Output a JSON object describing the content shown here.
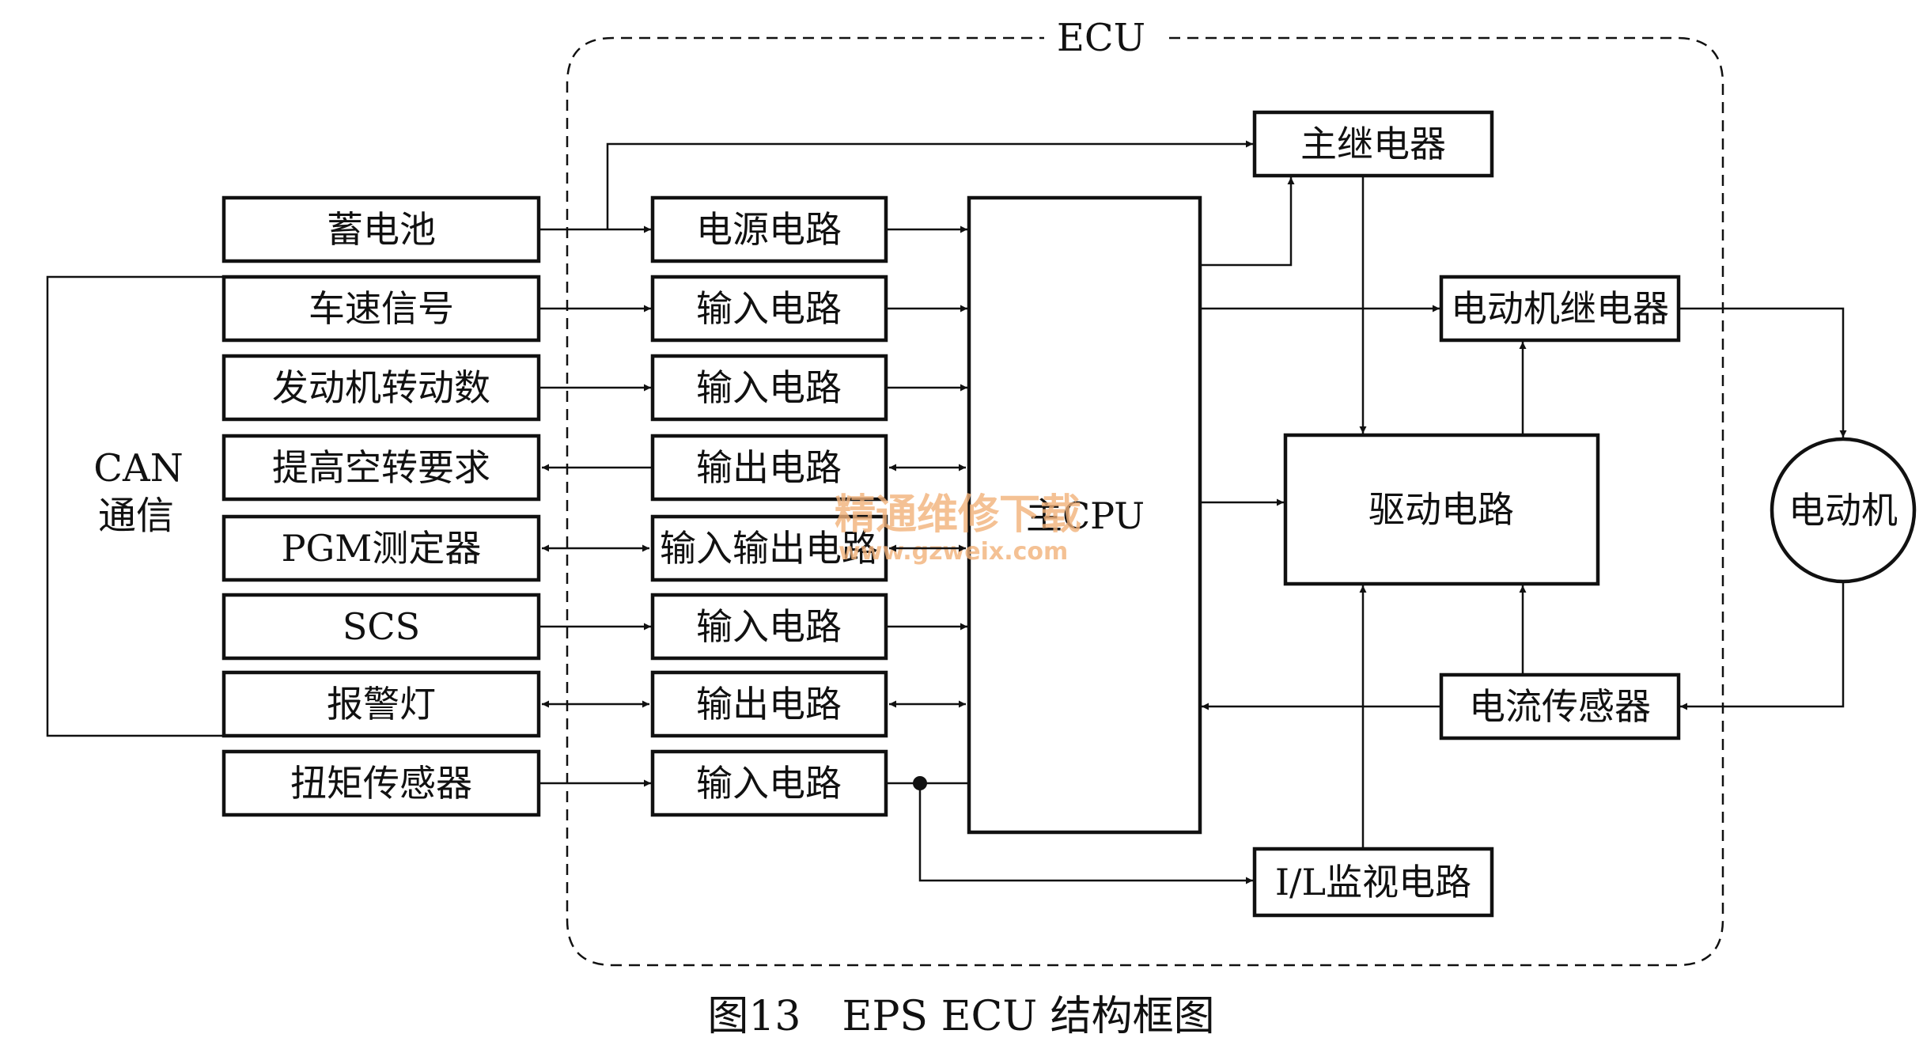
{
  "ecu_label": "ECU",
  "can_line1": "CAN",
  "can_line2": "通信",
  "inputs": [
    "蓄电池",
    "车速信号",
    "发动机转动数",
    "提高空转要求",
    "PGM测定器",
    "SCS",
    "报警灯",
    "扭矩传感器"
  ],
  "circuits": [
    "电源电路",
    "输入电路",
    "输入电路",
    "输出电路",
    "输入输出电路",
    "输入电路",
    "输出电路",
    "输入电路"
  ],
  "main_cpu": "主CPU",
  "main_relay": "主继电器",
  "motor_relay": "电动机继电器",
  "drive_circuit": "驱动电路",
  "current_sensor": "电流传感器",
  "monitor_circuit": "I/L监视电路",
  "motor": "电动机",
  "caption": "图13　EPS ECU 结构框图",
  "watermark_cn": "精通维修下载",
  "watermark_url": "www.gzweix.com"
}
